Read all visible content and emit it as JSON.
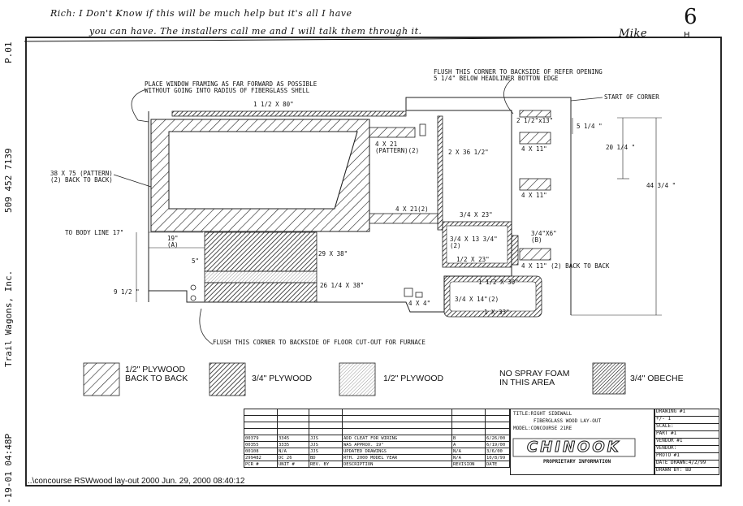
{
  "fax_header": {
    "page": "P.01",
    "phone": "509 452 7139",
    "company": "Trail Wagons, Inc.",
    "datetime": "-19-01 04:48P"
  },
  "handwritten": {
    "line1": "Rich: I Don't Know if this will be much help but it's all I have",
    "line2": "you can have. The installers call me and I will talk them through it.",
    "signature": "Mike",
    "page_number": "6",
    "page_mark": "H"
  },
  "annotations": {
    "window_note": "PLACE WINDOW FRAMING AS FAR FORWARD AS POSSIBLE\nWITHOUT GOING INTO RADIUS OF FIBERGLASS SHELL",
    "refer_note": "FLUSH THIS CORNER TO BACKSIDE OF REFER OPENING\n5 1/4\" BELOW HEADLINER BOTTON EDGE",
    "start_corner": "START OF CORNER",
    "floor_note": "FLUSH THIS CORNER TO BACKSIDE OF FLOOR CUT-OUT FOR FURNACE",
    "pattern_38x75": "38 X 75 (PATTERN)\n(2) BACK TO BACK)",
    "top_strip": "1 1/2 X 80\"",
    "p4x21pattern": "4 X 21\n(PATTERN)(2)",
    "p2x36": "2 X 36 1/2\"",
    "p4x21_2": "4 X 21(2)",
    "p2_5x13": "2 1/2\"x13\"",
    "p5_25": "5 1/4 \"",
    "p4x11_a": "4 X 11\"",
    "p20_25": "20 1/4 \"",
    "p4x11_b": "4 X 11\"",
    "p44_75": "44 3/4 \"",
    "to_body_line": "TO BODY LINE  17\"",
    "p19a": "19\"\n(A)",
    "p5": "5\"",
    "p29x38": "29 X 38\"",
    "p3_4x23": "3/4 X 23\"",
    "p3_4x13": "3/4 X 13 3/4\"\n(2)",
    "p1_2x23": "1/2 X 23\"",
    "p3_4x6": "3/4\"X6\"\n(B)",
    "p4x11_btb": "4 X 11\" (2)  BACK TO BACK",
    "p9_5": "9 1/2 \"",
    "p26x38": "26 1/4 X 38\"",
    "p1_5x30": "1 1/2 X 30\"",
    "p4x4": "4 X 4\"",
    "p3_4x14": "3/4 X 14\"(2)",
    "p1x33": "1 X 33\""
  },
  "legend": [
    {
      "label": "1/2\" PLYWOOD\nBACK TO BACK"
    },
    {
      "label": "3/4\" PLYWOOD"
    },
    {
      "label": "1/2\" PLYWOOD"
    },
    {
      "label": "NO SPRAY FOAM\nIN THIS AREA"
    },
    {
      "label": "3/4\" OBECHE"
    }
  ],
  "title_block": {
    "title": "TITLE:RIGHT SIDEWALL",
    "subtitle": "FIBERGLASS WOOD LAY-OUT",
    "model": "MODEL:CONCOURSE 21RE",
    "brand": "CHINOOK",
    "proprietary": "PROPRIETARY INFORMATION",
    "right_col": [
      "DRAWING #1",
      "+/- 1",
      "SCALE:",
      "PART #1",
      "VENDOR #1",
      "VENDOR:",
      "PROTO #1",
      "DATE DRAWN:4/2/99",
      "DRAWN BY: BD"
    ],
    "rows": [
      {
        "pcr": "00379",
        "unit": "3345",
        "by": "JJS",
        "desc": "ADD CLEAT FOR WIRING",
        "rev": "B",
        "date": "6/26/00"
      },
      {
        "pcr": "00355",
        "unit": "3335",
        "by": "JJS",
        "desc": "WAS APPROX. 19\"",
        "rev": "A",
        "date": "6/19/00"
      },
      {
        "pcr": "00108",
        "unit": "N/A",
        "by": "JJS",
        "desc": "UPDATED DRAWINGS",
        "rev": "N/A",
        "date": "3/6/00"
      },
      {
        "pcr": "299482",
        "unit": "DC 26",
        "by": "BD",
        "desc": "RTH. 2000 MODEL YEAR",
        "rev": "N/A",
        "date": "10/8/99"
      }
    ],
    "headers": {
      "pcr": "PCR #",
      "unit": "UNIT #",
      "by": "REV. BY",
      "desc": "DESCRIPTION",
      "rev": "REVISION",
      "date": "DATE"
    }
  },
  "footer": {
    "path": "..\\concourse RSWwood lay-out 2000  Jun. 29, 2000  08:40:12"
  }
}
